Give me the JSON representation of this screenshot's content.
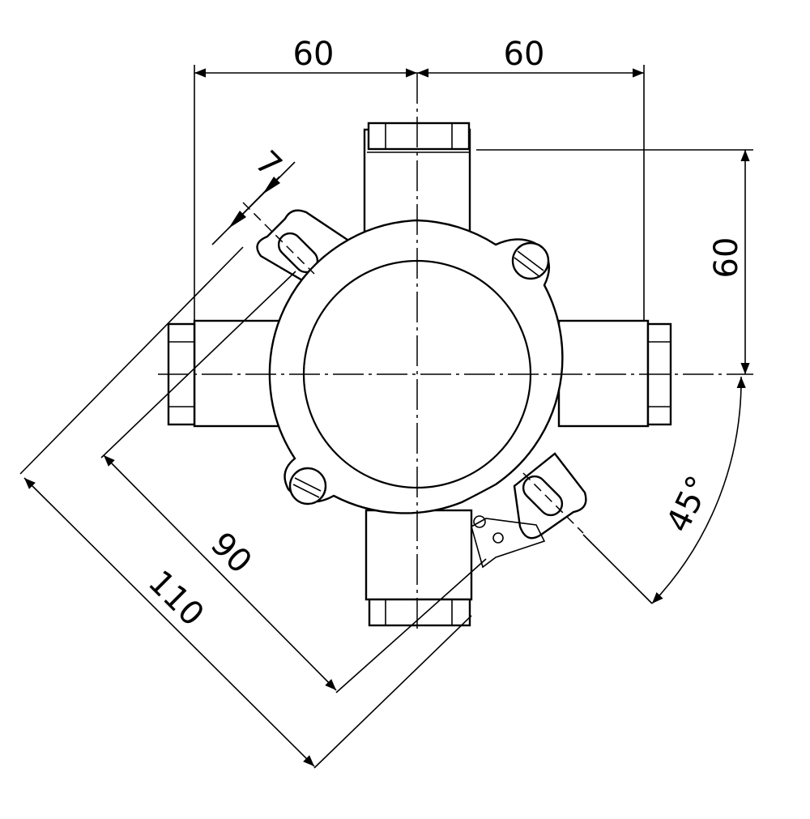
{
  "drawing": {
    "dimensions": {
      "width_left": "60",
      "width_right": "60",
      "height": "60",
      "slot": "7",
      "diag_inner": "90",
      "diag_outer": "110",
      "angle": "45°"
    }
  }
}
